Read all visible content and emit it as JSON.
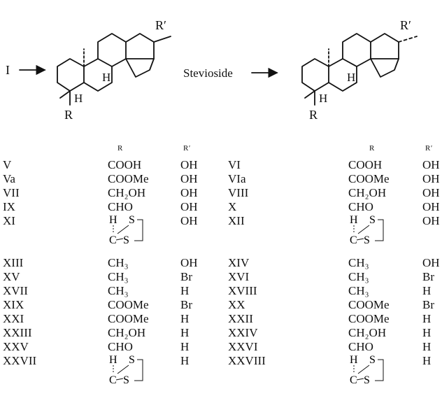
{
  "scheme": {
    "left_start": "I",
    "reagent": "Stevioside",
    "sub_R": "R",
    "sub_Rprime": "R′",
    "sub_H": "H"
  },
  "headers": {
    "R": "R",
    "Rprime": "R′"
  },
  "left_table": [
    {
      "id": "V",
      "R": "COOH",
      "Rp": "OH"
    },
    {
      "id": "Va",
      "R": "COOMe",
      "Rp": "OH"
    },
    {
      "id": "VII",
      "R": "CH₂OH",
      "Rp": "OH"
    },
    {
      "id": "IX",
      "R": "CHO",
      "Rp": "OH"
    },
    {
      "id": "XI",
      "R": "",
      "Rp": "OH"
    },
    {
      "id": "XIII",
      "R": "CH₃",
      "Rp": "OH"
    },
    {
      "id": "XV",
      "R": "CH₃",
      "Rp": "Br"
    },
    {
      "id": "XVII",
      "R": "CH₃",
      "Rp": "H"
    },
    {
      "id": "XIX",
      "R": "COOMe",
      "Rp": "Br"
    },
    {
      "id": "XXI",
      "R": "COOMe",
      "Rp": "H"
    },
    {
      "id": "XXIII",
      "R": "CH₂OH",
      "Rp": "H"
    },
    {
      "id": "XXV",
      "R": "CHO",
      "Rp": "H"
    },
    {
      "id": "XXVII",
      "R": "",
      "Rp": "H"
    }
  ],
  "right_table": [
    {
      "id": "VI",
      "R": "COOH",
      "Rp": "OH"
    },
    {
      "id": "VIa",
      "R": "COOMe",
      "Rp": "OH"
    },
    {
      "id": "VIII",
      "R": "CH₂OH",
      "Rp": "OH"
    },
    {
      "id": "X",
      "R": "CHO",
      "Rp": "OH"
    },
    {
      "id": "XII",
      "R": "",
      "Rp": "OH"
    },
    {
      "id": "XIV",
      "R": "CH₃",
      "Rp": "OH"
    },
    {
      "id": "XVI",
      "R": "CH₃",
      "Rp": "Br"
    },
    {
      "id": "XVIII",
      "R": "CH₃",
      "Rp": "H"
    },
    {
      "id": "XX",
      "R": "COOMe",
      "Rp": "Br"
    },
    {
      "id": "XXII",
      "R": "COOMe",
      "Rp": "H"
    },
    {
      "id": "XXIV",
      "R": "CH₂OH",
      "Rp": "H"
    },
    {
      "id": "XXVI",
      "R": "CHO",
      "Rp": "H"
    },
    {
      "id": "XXVIII",
      "R": "",
      "Rp": "H"
    }
  ],
  "dithiolane": {
    "H": "H",
    "S": "S",
    "C": "C"
  }
}
